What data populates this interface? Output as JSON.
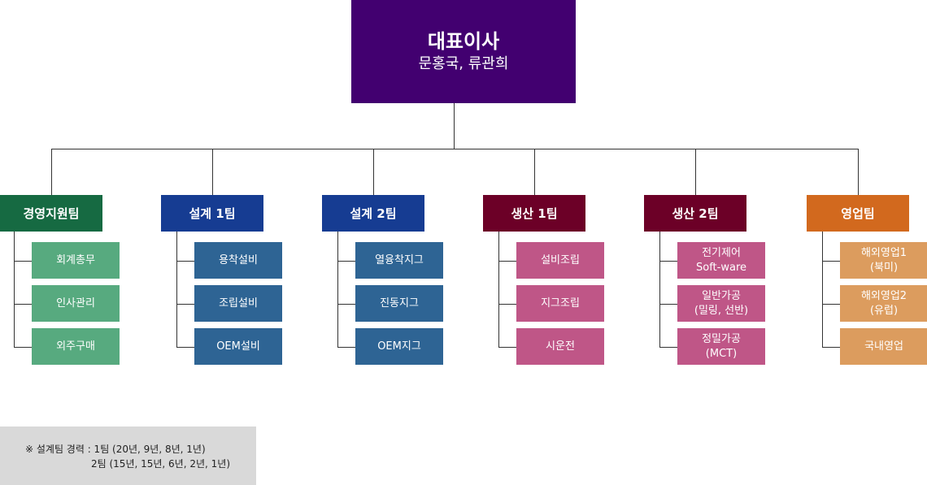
{
  "ceo": {
    "title": "대표이사",
    "names": "문홍국, 류관희",
    "color": "#420070"
  },
  "teams": [
    {
      "name": "경영지원팀",
      "color": "#166a42",
      "sub_color": "#57aa7f",
      "subs": [
        "회계총무",
        "인사관리",
        "외주구매"
      ]
    },
    {
      "name": "설계 1팀",
      "color": "#163c92",
      "sub_color": "#2e6494",
      "subs": [
        "용착설비",
        "조립설비",
        "OEM설비"
      ]
    },
    {
      "name": "설계 2팀",
      "color": "#163c92",
      "sub_color": "#2e6494",
      "subs": [
        "열융착지그",
        "진동지그",
        "OEM지그"
      ]
    },
    {
      "name": "생산 1팀",
      "color": "#6c0027",
      "sub_color": "#bf5687",
      "subs": [
        "설비조립",
        "지그조립",
        "시운전"
      ]
    },
    {
      "name": "생산 2팀",
      "color": "#6c0027",
      "sub_color": "#bf5687",
      "subs": [
        "전기제어\nSoft-ware",
        "일반가공\n(밀링, 선반)",
        "정밀가공\n(MCT)"
      ]
    },
    {
      "name": "영업팀",
      "color": "#d2691e",
      "sub_color": "#dc9c5e",
      "subs": [
        "해외영업1\n(북미)",
        "해외영업2\n(유럽)",
        "국내영업"
      ]
    }
  ],
  "note": {
    "line1": "※ 설계팀 경력 : 1팀 (20년, 9년, 8년, 1년)",
    "line2": "2팀 (15년, 15년, 6년, 2년, 1년)"
  }
}
